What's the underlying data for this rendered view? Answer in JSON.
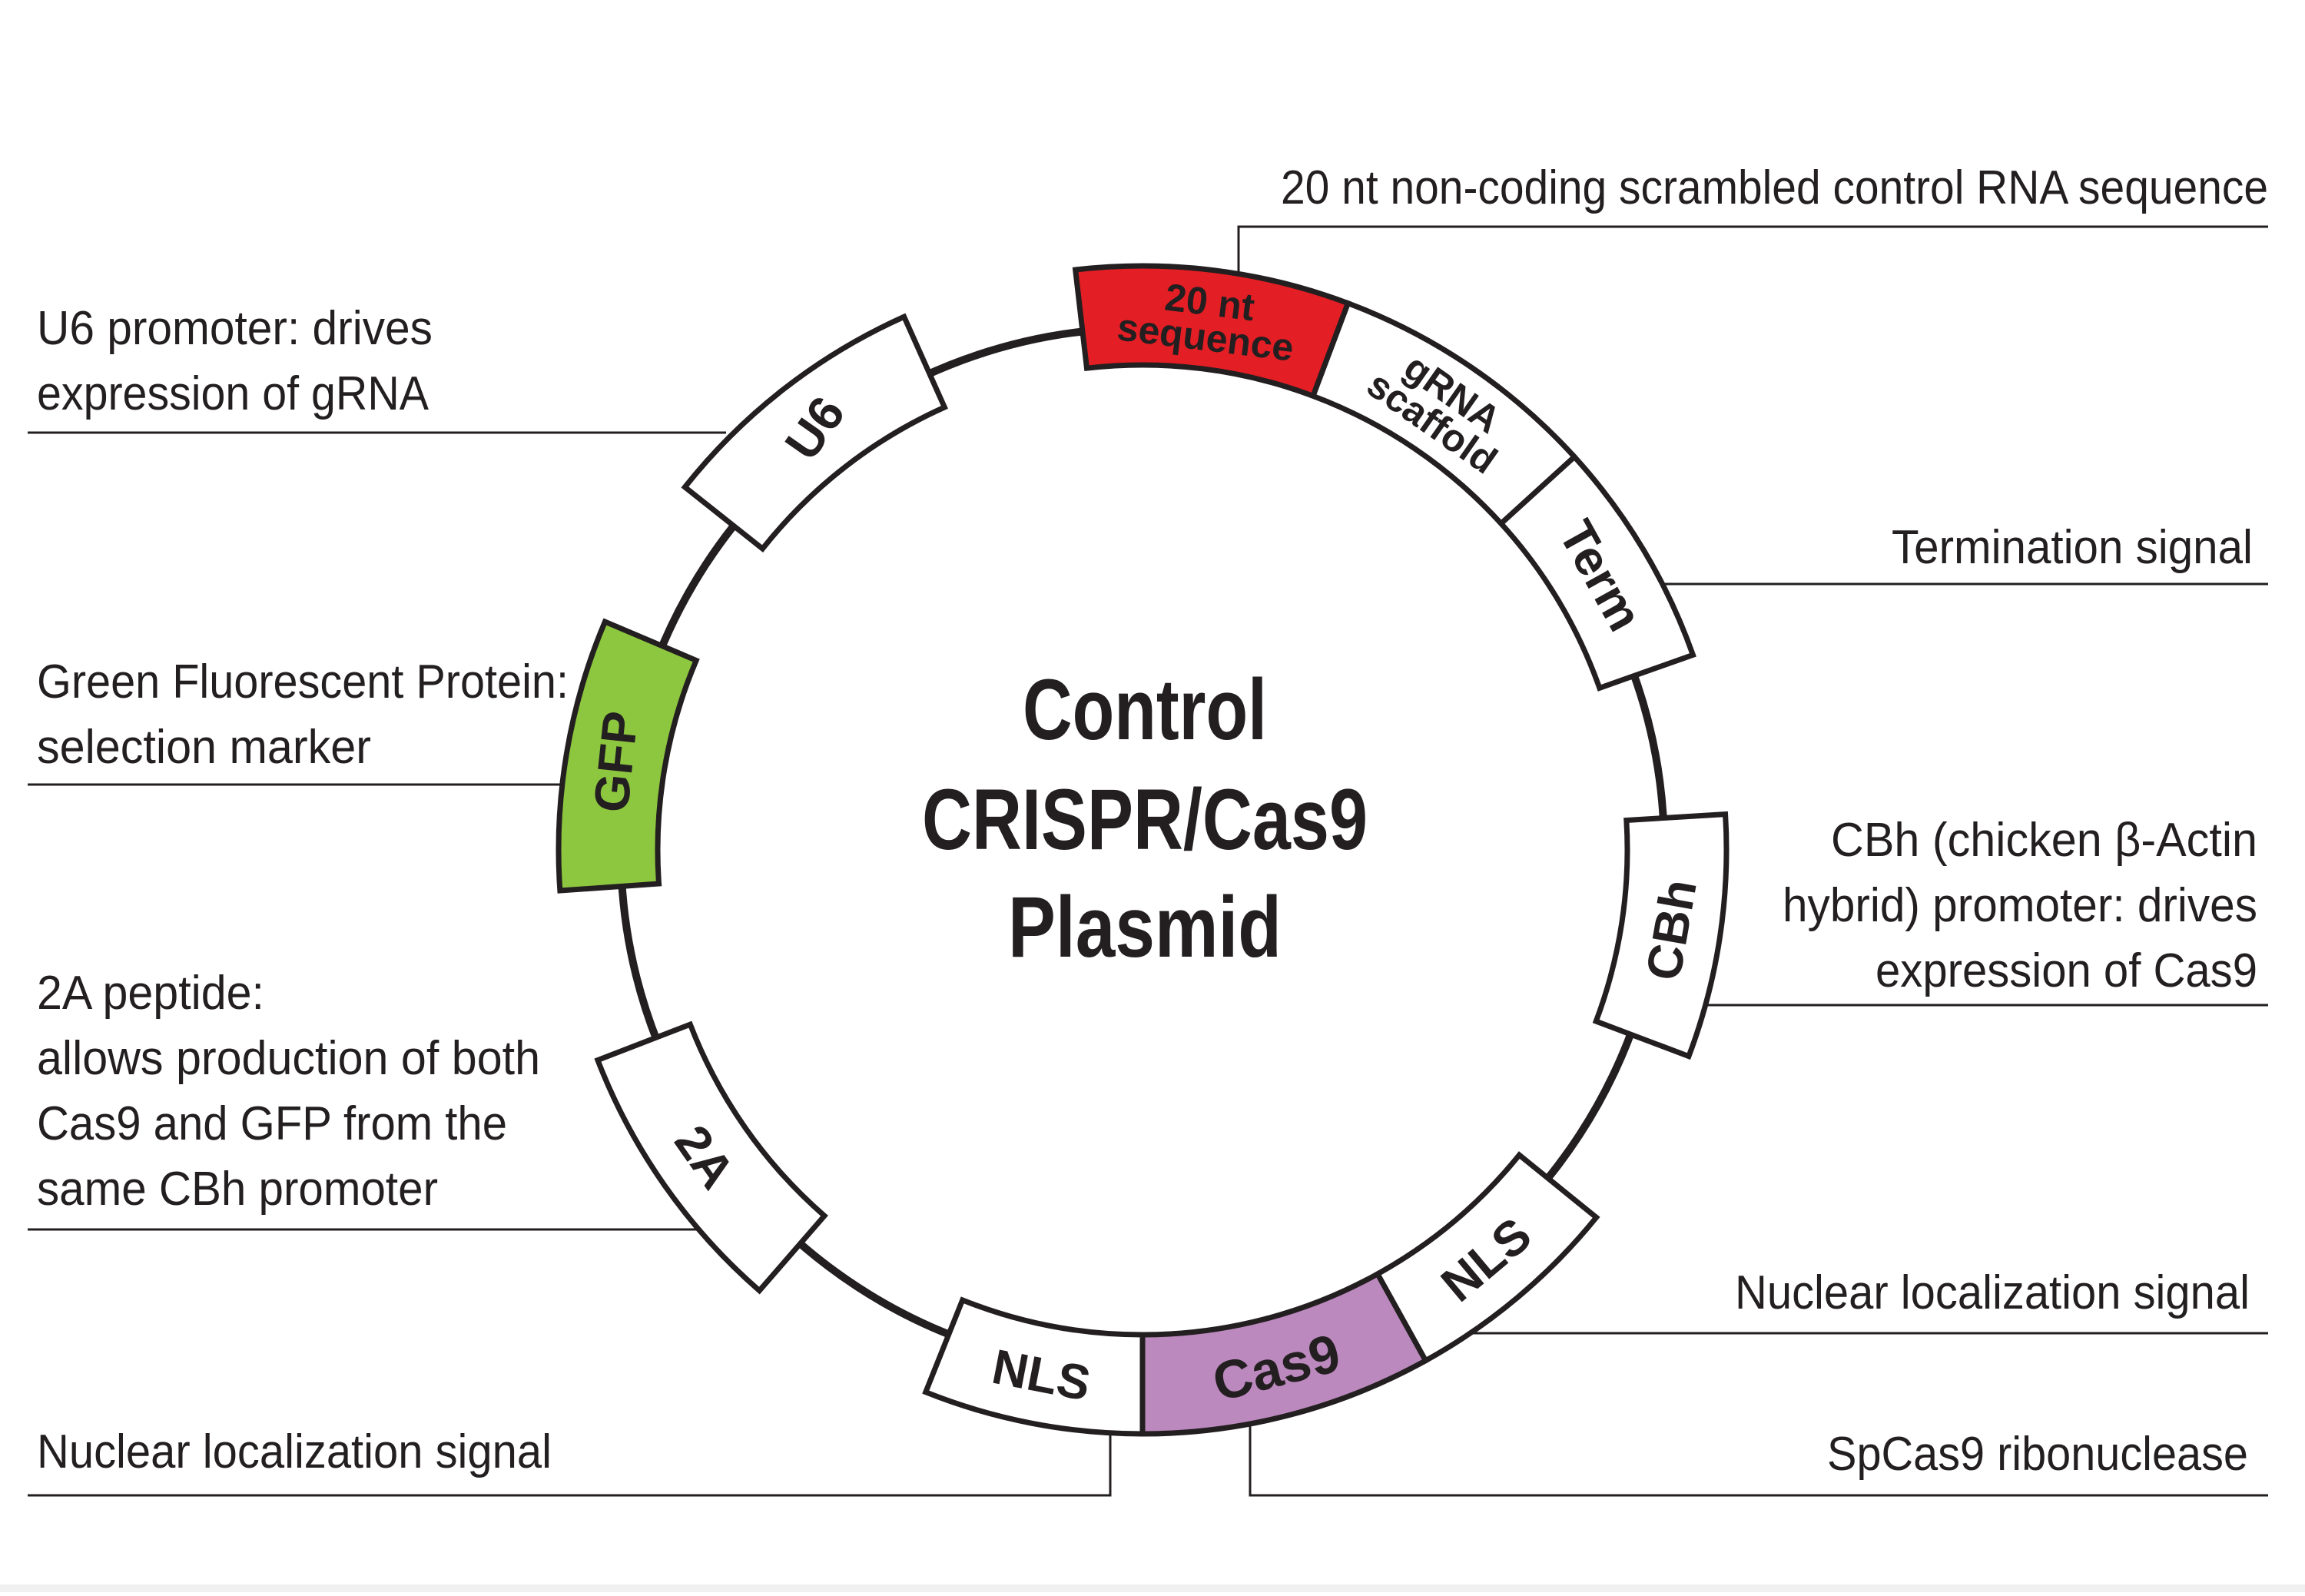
{
  "title": {
    "lines": [
      "Control",
      "CRISPR/Cas9",
      "Plasmid"
    ]
  },
  "colors": {
    "ink": "#231f20",
    "sequence_red": "#e31e24",
    "gfp_green": "#8dc63f",
    "cas9_purple": "#bb89bd",
    "white": "#ffffff"
  },
  "segments": [
    {
      "id": "u6",
      "label": [
        "U6"
      ],
      "fill": "white",
      "start_deg": 308.4,
      "end_deg": 335.9
    },
    {
      "id": "20nt",
      "label": [
        "20 nt",
        "sequence"
      ],
      "fill": "sequence_red",
      "start_deg": 353.4,
      "end_deg": 20.6
    },
    {
      "id": "grna-scaffold",
      "label": [
        "gRNA",
        "scaffold"
      ],
      "fill": "white",
      "start_deg": 20.6,
      "end_deg": 47.7
    },
    {
      "id": "term",
      "label": [
        "Term"
      ],
      "fill": "white",
      "start_deg": 47.7,
      "end_deg": 70.5
    },
    {
      "id": "cbh",
      "label": [
        "CBh"
      ],
      "fill": "white",
      "start_deg": 86.5,
      "end_deg": 110.7
    },
    {
      "id": "nls-right",
      "label": [
        "NLS"
      ],
      "fill": "white",
      "start_deg": 129.0,
      "end_deg": 151.0
    },
    {
      "id": "cas9",
      "label": [
        "Cas9"
      ],
      "fill": "cas9_purple",
      "start_deg": 151.0,
      "end_deg": 180.0
    },
    {
      "id": "nls-bottom",
      "label": [
        "NLS"
      ],
      "fill": "white",
      "start_deg": 180.0,
      "end_deg": 201.8
    },
    {
      "id": "2a",
      "label": [
        "2A"
      ],
      "fill": "white",
      "start_deg": 221.0,
      "end_deg": 248.9
    },
    {
      "id": "gfp",
      "label": [
        "GFP"
      ],
      "fill": "gfp_green",
      "start_deg": 266.0,
      "end_deg": 293.0
    }
  ],
  "annotations": {
    "20nt": [
      "20 nt non-coding scrambled control RNA sequence"
    ],
    "u6": [
      "U6 promoter: drives",
      "expression of gRNA"
    ],
    "term": [
      "Termination signal"
    ],
    "gfp": [
      "Green Fluorescent Protein:",
      "selection marker"
    ],
    "cbh": [
      "CBh (chicken β-Actin",
      "hybrid) promoter: drives",
      "expression of Cas9"
    ],
    "2a": [
      "2A peptide:",
      "allows production of both",
      "Cas9 and GFP from the",
      "same CBh promoter"
    ],
    "nls-right": [
      "Nuclear localization signal"
    ],
    "nls-bottom": [
      "Nuclear localization signal"
    ],
    "cas9": [
      "SpCas9 ribonuclease"
    ]
  }
}
